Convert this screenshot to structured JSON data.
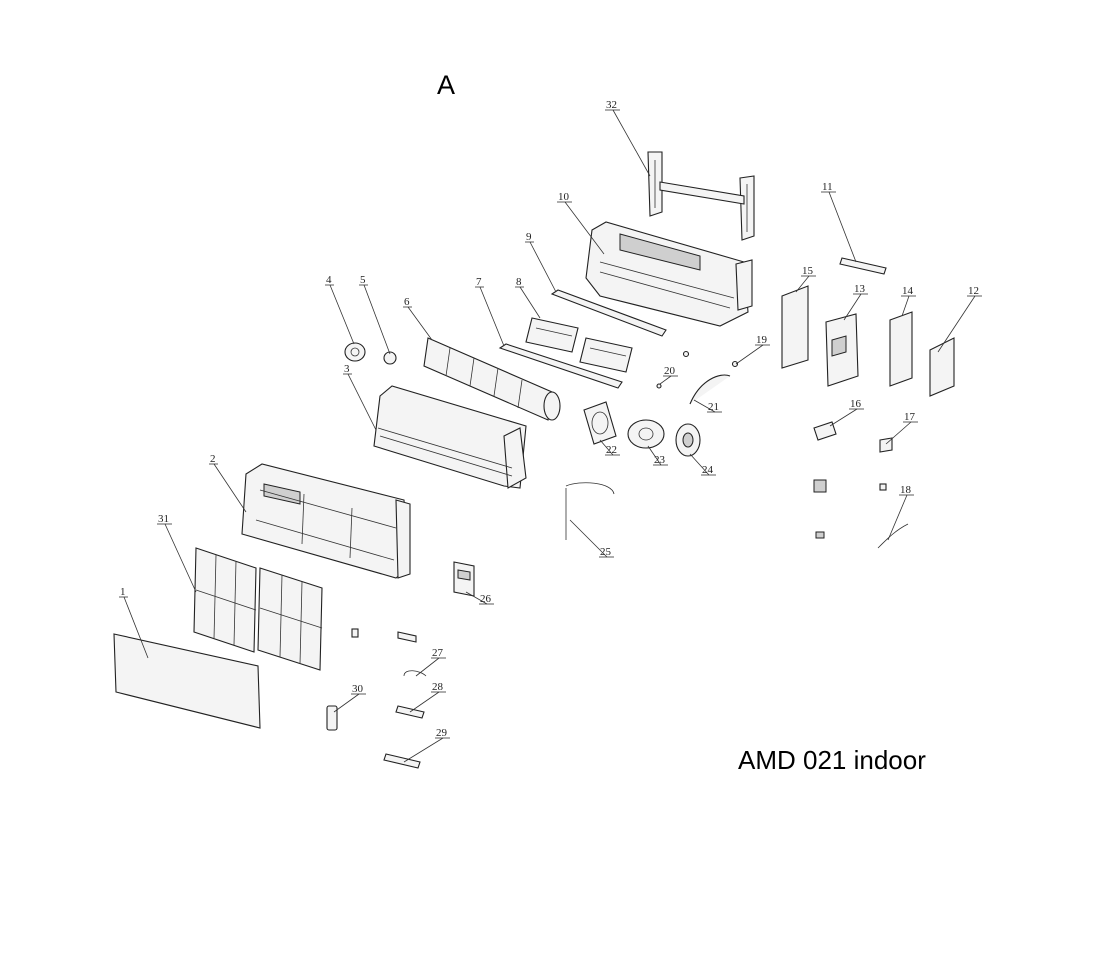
{
  "sheet": {
    "letter": "A",
    "caption": "AMD 021 indoor"
  },
  "callouts": [
    "1",
    "2",
    "3",
    "4",
    "5",
    "6",
    "7",
    "8",
    "9",
    "10",
    "11",
    "12",
    "13",
    "14",
    "15",
    "16",
    "17",
    "18",
    "19",
    "20",
    "21",
    "22",
    "23",
    "24",
    "25",
    "26",
    "27",
    "28",
    "29",
    "30",
    "31",
    "32"
  ],
  "colors": {
    "ink": "#222222",
    "fill": "#f4f4f4",
    "shade": "#cfcfcf"
  }
}
